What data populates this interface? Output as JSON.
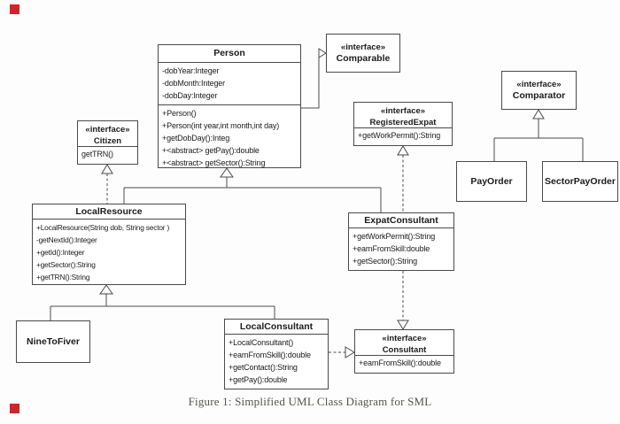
{
  "caption": "Figure 1: Simplified UML Class Diagram for SML",
  "colors": {
    "line": "#4a4a4a",
    "box_background": "#ffffff",
    "page_background": "#fdfdfd",
    "caption_text": "#56544b",
    "corner_marker_red": "#d2232a"
  },
  "classes": {
    "person": {
      "name": "Person",
      "attributes": [
        "-dobYear:Integer",
        "-dobMonth:Integer",
        "-dobDay:Integer"
      ],
      "methods": [
        "+Person()",
        "+Person(int year,int month,int day)",
        "+getDobDay():Integ",
        "+<abstract> getPay():double",
        "+<abstract> getSector():String"
      ]
    },
    "comparable": {
      "stereotype": "«interface»",
      "name": "Comparable"
    },
    "citizen": {
      "stereotype": "«interface»",
      "name": "Citizen",
      "methods": [
        "getTRN()"
      ]
    },
    "registered_expat": {
      "stereotype": "«interface»",
      "name": "RegisteredExpat",
      "methods": [
        "+getWorkPermit():String"
      ]
    },
    "comparator": {
      "stereotype": "«interface»",
      "name": "Comparator"
    },
    "pay_order": {
      "name": "PayOrder"
    },
    "sector_pay_order": {
      "name": "SectorPayOrder"
    },
    "local_resource": {
      "name": "LocalResource",
      "methods": [
        "+LocalResource(String dob, String sector )",
        "-getNextId():Integer",
        "+getId():Integer",
        "+getSector():String",
        "+getTRN():String"
      ]
    },
    "expat_consultant": {
      "name": "ExpatConsultant",
      "methods": [
        "+getWorkPermit():String",
        "+earnFromSkill:double",
        "+getSector():String"
      ]
    },
    "nine_to_fiver": {
      "name": "NineToFiver"
    },
    "local_consultant": {
      "name": "LocalConsultant",
      "methods": [
        "+LocalConsultant()",
        "+earnFromSkill():double",
        "+getContact():String",
        "+getPay():double"
      ]
    },
    "consultant": {
      "stereotype": "«interface»",
      "name": "Consultant",
      "methods": [
        "+earnFromSkill():double"
      ]
    }
  },
  "relationships": [
    {
      "from": "Person",
      "to": "Comparable",
      "type": "generalization-solid"
    },
    {
      "from": "LocalResource",
      "to": "Person",
      "type": "generalization-solid"
    },
    {
      "from": "ExpatConsultant",
      "to": "Person",
      "type": "generalization-solid"
    },
    {
      "from": "LocalResource",
      "to": "Citizen",
      "type": "realization-dashed"
    },
    {
      "from": "ExpatConsultant",
      "to": "RegisteredExpat",
      "type": "realization-dashed"
    },
    {
      "from": "ExpatConsultant",
      "to": "Consultant",
      "type": "realization-dashed"
    },
    {
      "from": "LocalConsultant",
      "to": "Consultant",
      "type": "realization-dashed"
    },
    {
      "from": "NineToFiver",
      "to": "LocalResource",
      "type": "generalization-solid"
    },
    {
      "from": "LocalConsultant",
      "to": "LocalResource",
      "type": "generalization-solid"
    },
    {
      "from": "PayOrder",
      "to": "Comparator",
      "type": "generalization-solid"
    },
    {
      "from": "SectorPayOrder",
      "to": "Comparator",
      "type": "generalization-solid"
    }
  ]
}
